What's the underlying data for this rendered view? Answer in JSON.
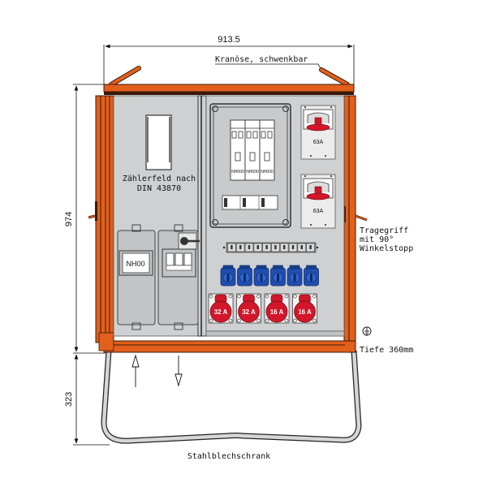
{
  "drawing": {
    "title": "Stahlblechschrank",
    "colors": {
      "frame_orange": "#e2601c",
      "frame_dark": "#3a1a0a",
      "panel_gray": "#cfd0d2",
      "panel_gray_dark": "#b9bbbd",
      "socket_red": "#d3162a",
      "socket_blue": "#1f4fb0",
      "stand_gray": "#d6d6d6"
    },
    "dimensions": {
      "width_label": "913.5",
      "height_label": "974",
      "stand_height_label": "323",
      "depth_label": "Tiefe 360mm"
    },
    "annotations": {
      "crane_eye": "Kranöse, schwenkbar",
      "handle_line1": "Tragegriff",
      "handle_line2": "mit 90°",
      "handle_line3": "Winkelstopp"
    },
    "meter_field": {
      "line1": "Zählerfeld nach",
      "line2": "DIN 43870"
    },
    "main_fuse": {
      "label": "NH00"
    },
    "nh_fuses": [
      {
        "label": "NH000"
      },
      {
        "label": "NH000"
      },
      {
        "label": "NH000"
      }
    ],
    "cee_switches": [
      {
        "rating": "63A"
      },
      {
        "rating": "63A"
      }
    ],
    "schuko_sockets_count": 6,
    "cee_sockets": [
      {
        "rating": "32 A"
      },
      {
        "rating": "32 A"
      },
      {
        "rating": "16 A"
      },
      {
        "rating": "16 A"
      }
    ],
    "breakers_count": 10,
    "ground_symbol": "earth-ground-icon"
  }
}
